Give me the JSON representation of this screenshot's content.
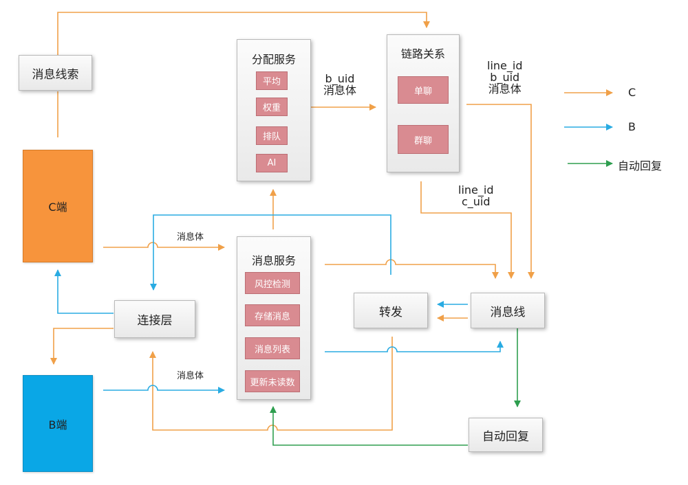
{
  "nodes": {
    "msg_clue": "消息线索",
    "c_end": "C端",
    "b_end": "B端",
    "connection_layer": "连接层",
    "forward": "转发",
    "msg_line": "消息线",
    "auto_reply": "自动回复"
  },
  "dispatch_service": {
    "title": "分配服务",
    "items": [
      "平均",
      "权重",
      "排队",
      "AI"
    ]
  },
  "link_relation": {
    "title": "链路关系",
    "items": [
      "单聊",
      "群聊"
    ]
  },
  "message_service": {
    "title": "消息服务",
    "items": [
      "风控检测",
      "存储消息",
      "消息列表",
      "更新未读数"
    ]
  },
  "edge_labels": {
    "c_to_msgsvc": "消息体",
    "b_to_msgsvc": "消息体",
    "dispatch_to_link": [
      "b_uid",
      "消息体"
    ],
    "link_to_msgline_1": [
      "line_id",
      "b_uid",
      "消息体"
    ],
    "link_to_msgline_2": [
      "line_id",
      "c_uid"
    ]
  },
  "legend": [
    {
      "label": "C",
      "color": "#f0a048"
    },
    {
      "label": "B",
      "color": "#29abe2"
    },
    {
      "label": "自动回复",
      "color": "#2e9e4f"
    }
  ],
  "colors": {
    "orange": "#f0a048",
    "blue": "#29abe2",
    "green": "#2e9e4f",
    "c_end_fill": "#f7943c",
    "b_end_fill": "#0aa7e6",
    "chip_fill": "#d98b91"
  }
}
